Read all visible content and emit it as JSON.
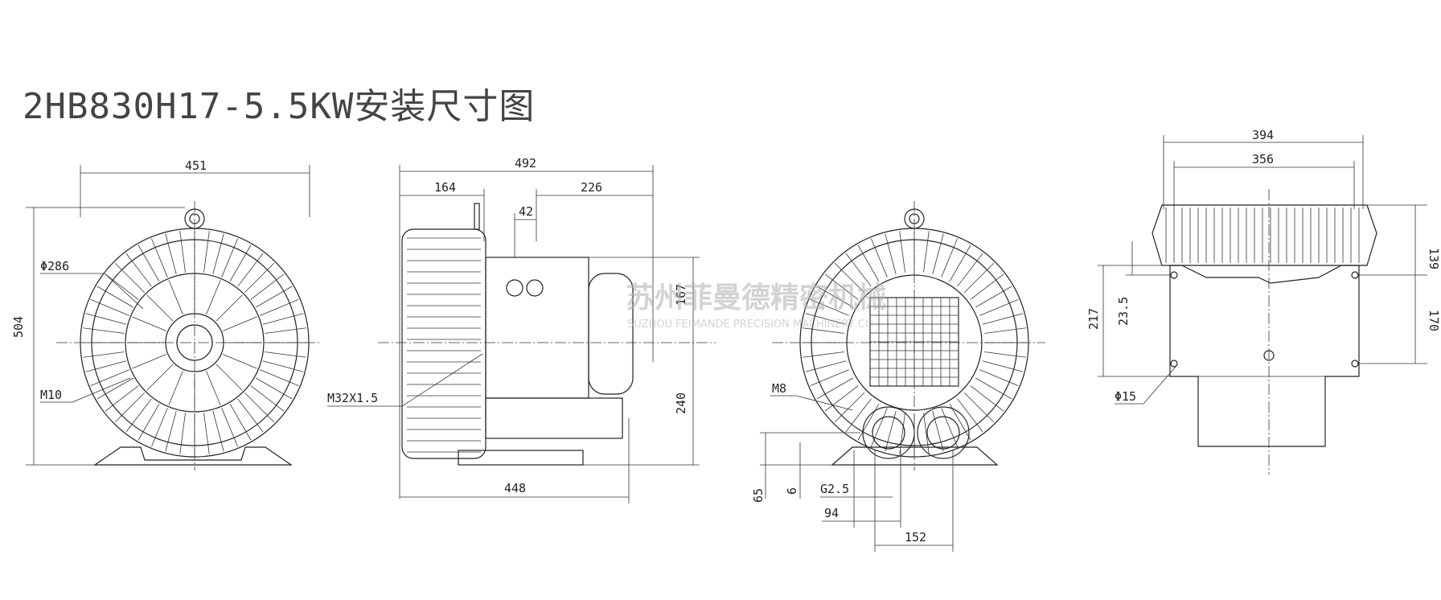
{
  "title": "2HB830H17-5.5KW安装尺寸图",
  "watermark": {
    "company_cn": "苏州菲曼德精密机械",
    "company_en": "SUZHOU FEIMANDE PRECISION MACHINERY CO"
  },
  "views": {
    "front": {
      "width": "451",
      "height": "504",
      "diameter": "Φ286",
      "bolt": "M10"
    },
    "side": {
      "total": "492",
      "left": "164",
      "right": "226",
      "box": "42",
      "top_h": "167",
      "bottom_h": "240",
      "base": "448",
      "cable": "M32X1.5"
    },
    "rear": {
      "bolt": "M8",
      "h1": "65",
      "h2": "6",
      "thread": "G2.5",
      "d1": "94",
      "d2": "152"
    },
    "top": {
      "w1": "394",
      "w2": "356",
      "h1": "139",
      "h2": "170",
      "h3": "217",
      "h4": "23.5",
      "hole": "Φ15"
    }
  }
}
